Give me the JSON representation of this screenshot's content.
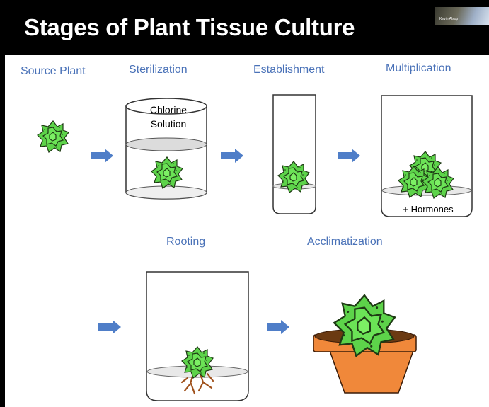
{
  "title": "Stages of Plant Tissue Culture",
  "webcam_label": "Kevin Alsop",
  "stages": {
    "source_plant": "Source Plant",
    "sterilization": "Sterilization",
    "establishment": "Establishment",
    "multiplication": "Multiplication",
    "rooting": "Rooting",
    "acclimatization": "Acclimatization"
  },
  "container_text": {
    "chlorine": "Chlorine",
    "solution": "Solution",
    "hormones": "+ Hormones"
  },
  "colors": {
    "title_bg": "#000000",
    "label_blue": "#4a72b8",
    "arrow_blue": "#4f7ec8",
    "plant_green": "#5dd34a",
    "pot_orange": "#f0883a"
  }
}
